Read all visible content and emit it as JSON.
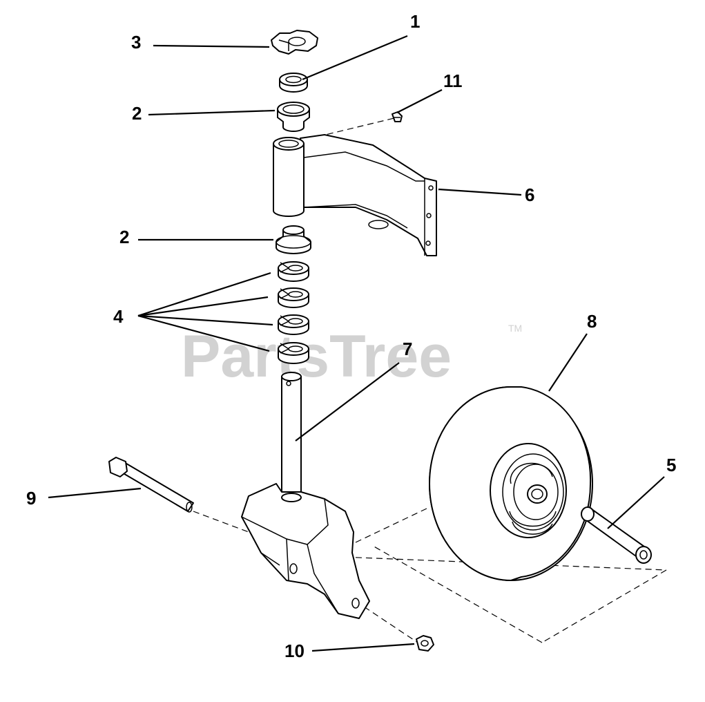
{
  "watermark": {
    "text": "PartsTree",
    "trademark": "TM"
  },
  "callouts": {
    "c1": "1",
    "c2a": "2",
    "c2b": "2",
    "c3": "3",
    "c4": "4",
    "c5": "5",
    "c6": "6",
    "c7": "7",
    "c8": "8",
    "c9": "9",
    "c10": "10",
    "c11": "11"
  }
}
